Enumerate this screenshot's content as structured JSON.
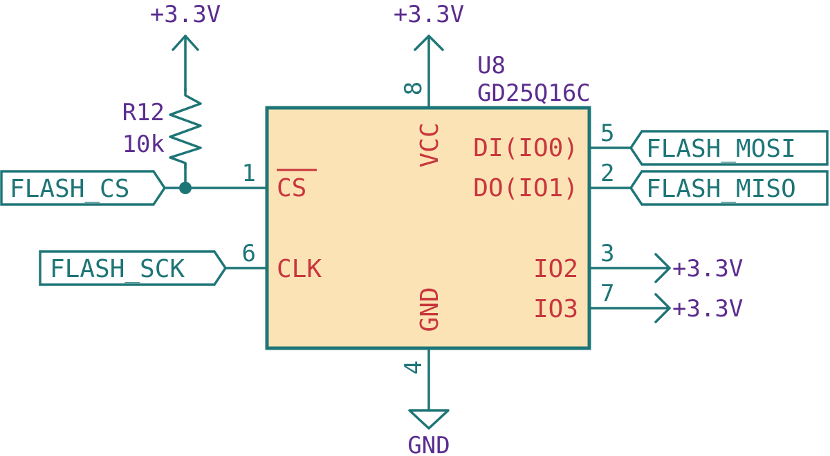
{
  "component": {
    "reference": "U8",
    "value": "GD25Q16C",
    "pins": [
      {
        "number": "1",
        "name": "CS"
      },
      {
        "number": "6",
        "name": "CLK"
      },
      {
        "number": "8",
        "name": "VCC"
      },
      {
        "number": "4",
        "name": "GND"
      },
      {
        "number": "5",
        "name": "DI(IO0)"
      },
      {
        "number": "2",
        "name": "DO(IO1)"
      },
      {
        "number": "3",
        "name": "IO2"
      },
      {
        "number": "7",
        "name": "IO3"
      }
    ]
  },
  "resistor": {
    "reference": "R12",
    "value": "10k"
  },
  "net_labels": {
    "cs": "FLASH_CS",
    "sck": "FLASH_SCK",
    "mosi": "FLASH_MOSI",
    "miso": "FLASH_MISO"
  },
  "power": {
    "vcc_resistor": "+3.3V",
    "vcc_chip": "+3.3V",
    "io2": "+3.3V",
    "io3": "+3.3V",
    "gnd": "GND"
  },
  "colors": {
    "wire": "#1e7577",
    "body_fill": "#fce3b5",
    "pin_name": "#c8363d",
    "power_and_ref": "#5b2d8f"
  }
}
